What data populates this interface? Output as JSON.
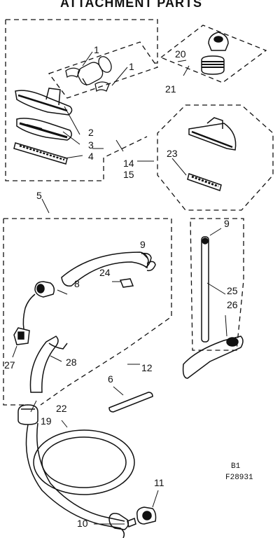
{
  "title": "ATTACHMENT PARTS",
  "footer": {
    "code_line1": "B1",
    "code_line2": "F28931"
  },
  "callouts": {
    "c1a": "1",
    "c1b": "1",
    "c2": "2",
    "c3": "3",
    "c4": "4",
    "c5": "5",
    "c6": "6",
    "c8": "8",
    "c9a": "9",
    "c9b": "9",
    "c10": "10",
    "c11": "11",
    "c12": "12",
    "c14": "14",
    "c15": "15",
    "c19": "19",
    "c20": "20",
    "c21": "21",
    "c22": "22",
    "c23": "23",
    "c24": "24",
    "c25": "25",
    "c26": "26",
    "c27": "27",
    "c28": "28"
  }
}
